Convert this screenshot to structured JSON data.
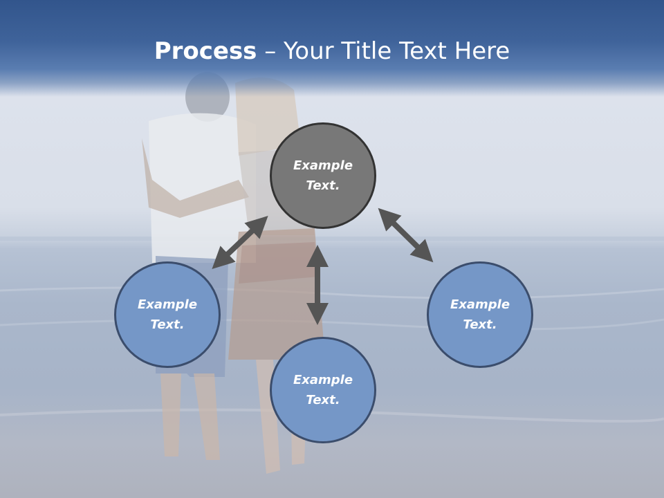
{
  "slide": {
    "title_bold": "Process",
    "title_rest": " – Your Title Text Here"
  },
  "diagram": {
    "nodes": [
      {
        "id": "top",
        "line1": "Example",
        "line2": "Text.",
        "color": "#787878"
      },
      {
        "id": "left",
        "line1": "Example",
        "line2": "Text.",
        "color": "#7597c7"
      },
      {
        "id": "right",
        "line1": "Example",
        "line2": "Text.",
        "color": "#7597c7"
      },
      {
        "id": "bottom",
        "line1": "Example",
        "line2": "Text.",
        "color": "#7597c7"
      }
    ],
    "arrow_color": "#555555",
    "background": "photo-couple-on-beach"
  }
}
